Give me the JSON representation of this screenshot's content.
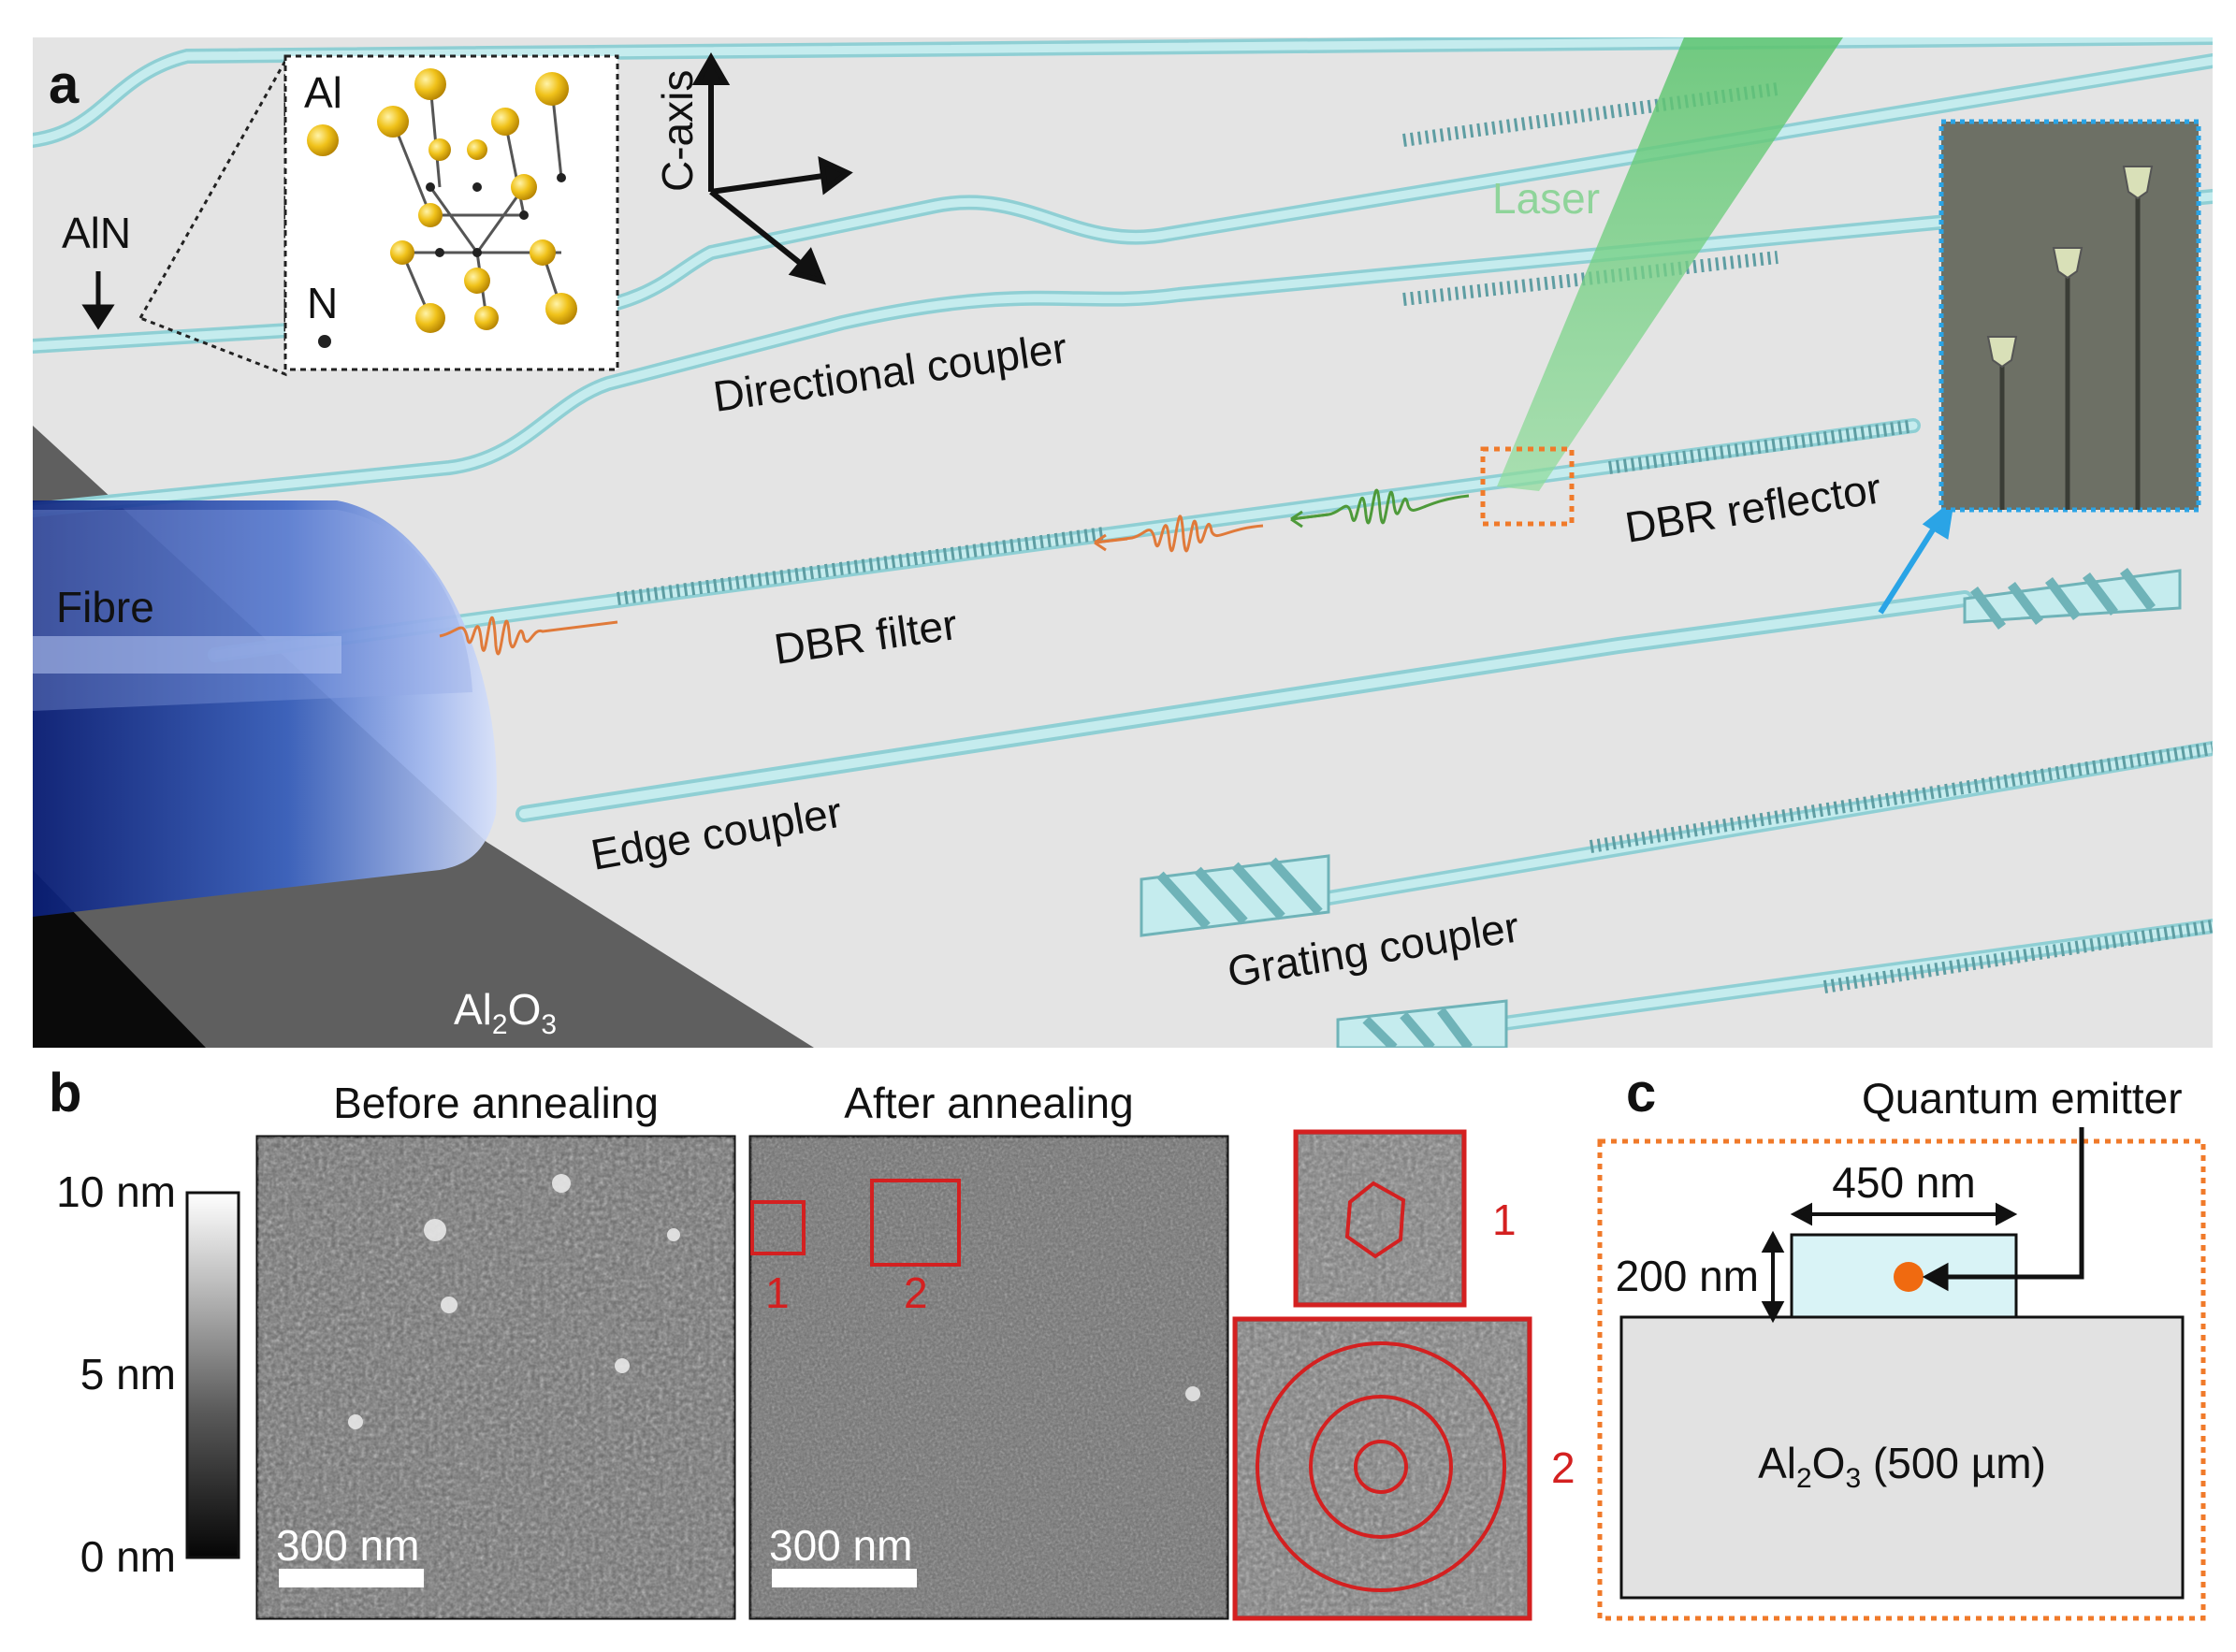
{
  "panel_a": {
    "letter": "a",
    "aln_label": "AlN",
    "crystal": {
      "al_label": "Al",
      "n_label": "N"
    },
    "c_axis_label": "C-axis",
    "laser_label": "Laser",
    "directional_coupler_label": "Directional coupler",
    "fibre_label": "Fibre",
    "dbr_filter_label": "DBR filter",
    "dbr_reflector_label": "DBR reflector",
    "edge_coupler_label": "Edge coupler",
    "grating_coupler_label": "Grating coupler",
    "substrate_label": {
      "base": "Al",
      "sub1": "2",
      "mid": "O",
      "sub2": "3"
    }
  },
  "panel_b": {
    "letter": "b",
    "colorbar": {
      "max_label": "10 nm",
      "mid_label": "5 nm",
      "min_label": "0 nm"
    },
    "before": {
      "title": "Before annealing",
      "scale_bar": "300 nm"
    },
    "after": {
      "title": "After annealing",
      "scale_bar": "300 nm",
      "box1_label": "1",
      "box2_label": "2"
    },
    "zoom1_label": "1",
    "zoom2_label": "2"
  },
  "panel_c": {
    "letter": "c",
    "emitter_label": "Quantum emitter",
    "width_label": "450 nm",
    "height_label": "200 nm",
    "substrate_label": {
      "base": "Al",
      "sub1": "2",
      "mid": "O",
      "sub2": "3",
      "suffix": " (500 µm)"
    }
  },
  "colors": {
    "waveguide": "#b7e3e6",
    "waveguide_dark": "#6fb3b8",
    "chip_bg": "#e4e4e4",
    "laser": "#55c46a",
    "pulse_orange": "#e07a3a",
    "pulse_green": "#4e9a3a",
    "fibre": "#2244aa",
    "highlight_orange": "#f07a2a",
    "highlight_blue": "#2aa4e6",
    "zoom_red": "#d42020",
    "emitter": "#f06a10"
  }
}
